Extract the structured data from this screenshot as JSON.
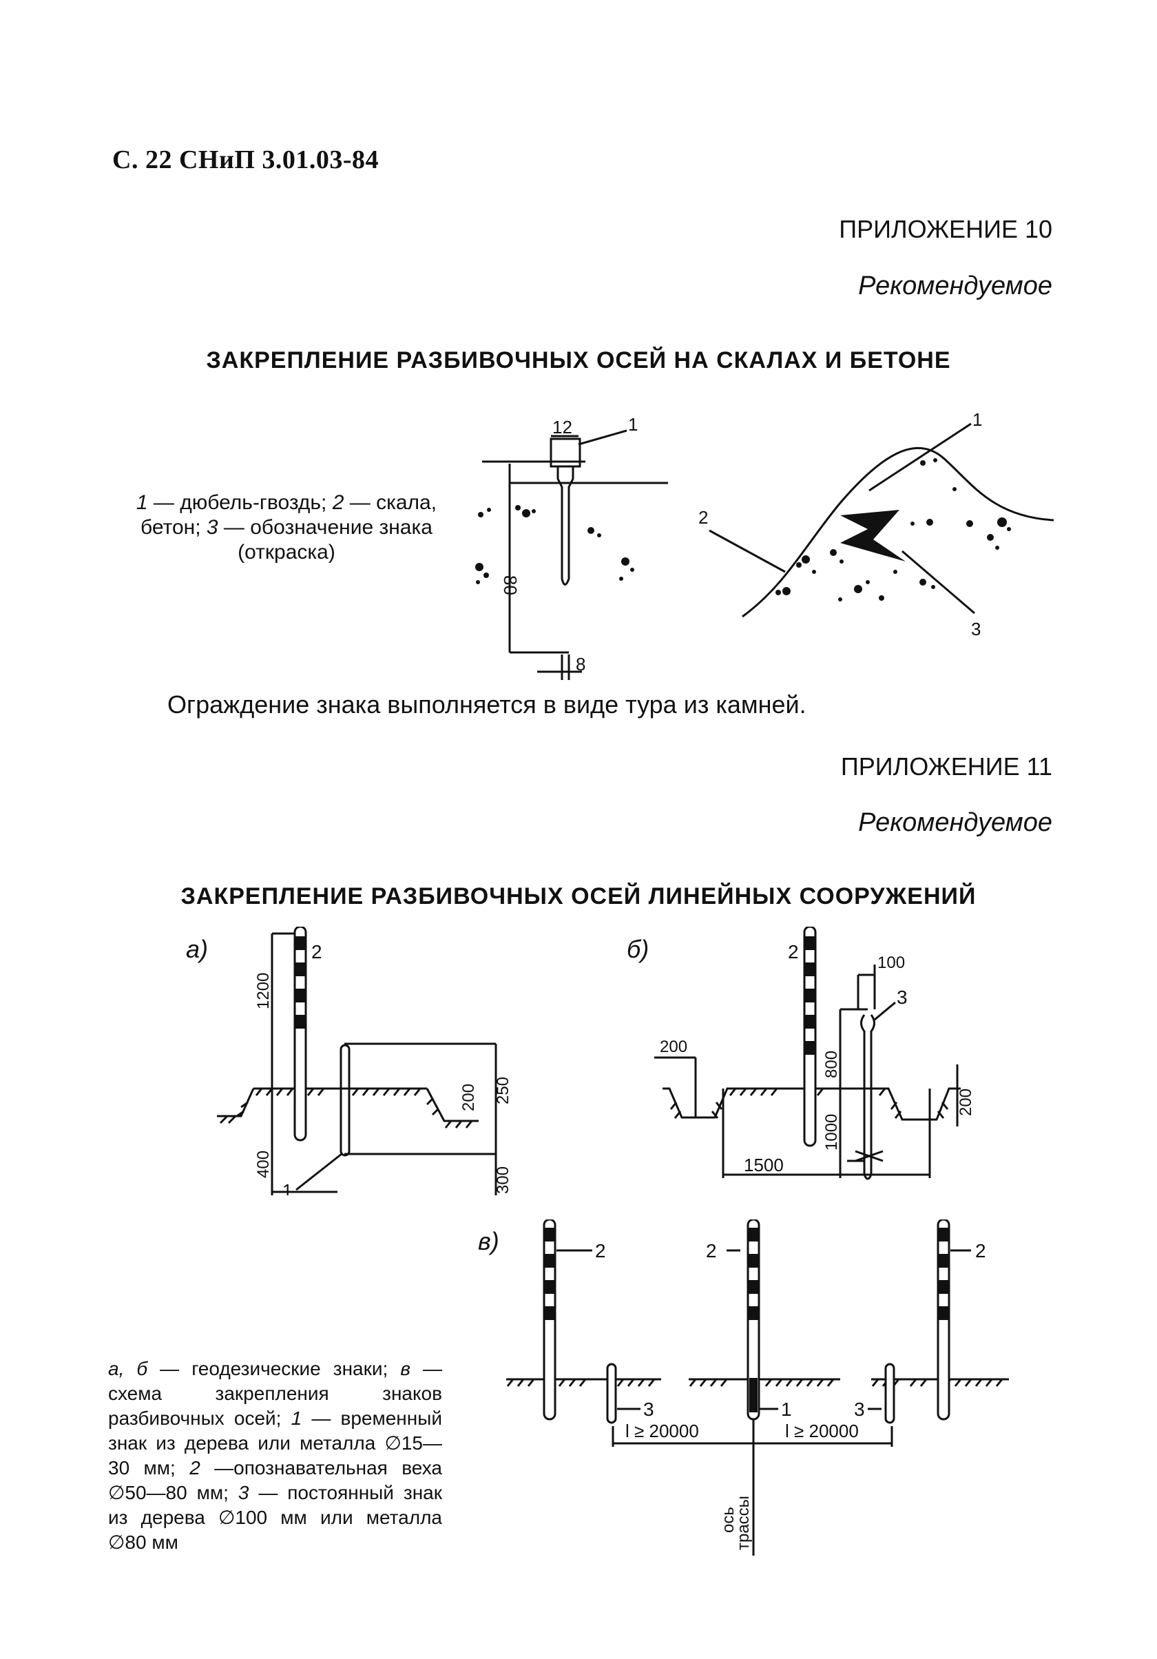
{
  "header": {
    "page_ref": "С. 22 СНиП 3.01.03-84"
  },
  "appendix10": {
    "label": "ПРИЛОЖЕНИЕ 10",
    "status": "Рекомендуемое",
    "title": "ЗАКРЕПЛЕНИЕ РАЗБИВОЧНЫХ ОСЕЙ НА СКАЛАХ И БЕТОНЕ",
    "legend": {
      "n1": "1",
      "t1": " — дюбель-гвоздь; ",
      "n2": "2",
      "t2": " — скала, бетон; ",
      "n3": "3",
      "t3": " — обозначение знака (откраска)"
    },
    "fig": {
      "dim_head": "12",
      "dim_length": "80",
      "dim_diameter": "8",
      "callout_1": "1",
      "callout_2": "2",
      "callout_3": "3"
    },
    "note": "Ограждение знака выполняется в виде тура из камней."
  },
  "appendix11": {
    "label": "ПРИЛОЖЕНИЕ 11",
    "status": "Рекомендуемое",
    "title": "ЗАКРЕПЛЕНИЕ РАЗБИВОЧНЫХ ОСЕЙ ЛИНЕЙНЫХ СООРУЖЕНИЙ",
    "fig_a": {
      "label": "а)",
      "dim_1200": "1200",
      "dim_400": "400",
      "dim_200": "200",
      "dim_250": "250",
      "dim_300": "300",
      "callout_1": "1",
      "callout_2": "2"
    },
    "fig_b": {
      "label": "б)",
      "dim_100": "100",
      "dim_200_left": "200",
      "dim_800": "800",
      "dim_1000": "1000",
      "dim_200_right": "200",
      "dim_1500": "1500",
      "callout_2": "2",
      "callout_3": "3"
    },
    "fig_v": {
      "label": "в)",
      "callout_2_left": "2",
      "callout_2_mid": "2",
      "callout_2_right": "2",
      "callout_3_left": "3",
      "callout_3_right": "3",
      "callout_1": "1",
      "dim_left": "l ≥ 20000",
      "dim_right": "l ≥ 20000",
      "axis_label_1": "ось",
      "axis_label_2": "трассы"
    },
    "legend": {
      "p1": "а, б",
      "t1": " — геодезические знаки; ",
      "p2": "в",
      "t2": " — схема закрепления знаков разбивочных осей; ",
      "p3": "1",
      "t3": " — временный знак из дерева или металла ∅15—30 мм; ",
      "p4": "2",
      "t4": " —опознавательная веха ∅50—80 мм; ",
      "p5": "3",
      "t5": " — постоянный знак из дерева ∅100 мм или металла ∅80 мм"
    }
  }
}
